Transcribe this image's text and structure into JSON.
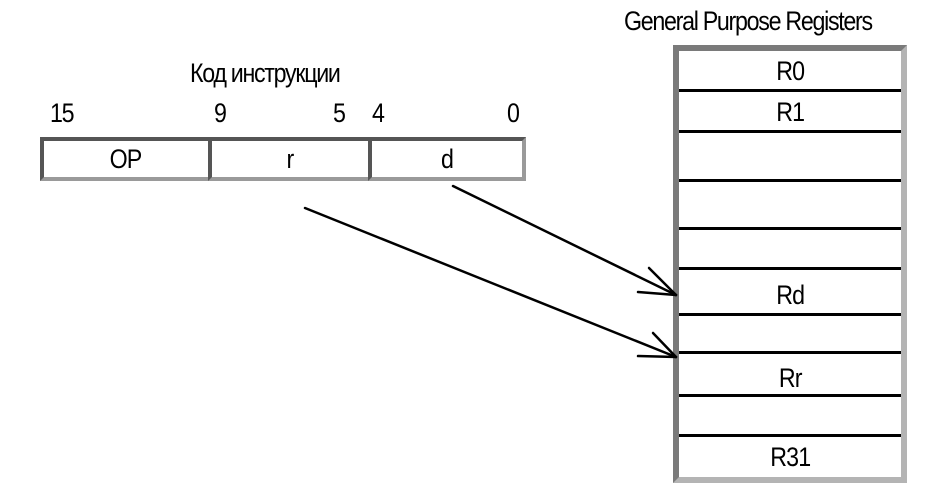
{
  "instruction": {
    "title": "Код инструкции",
    "bit_labels": [
      "15",
      "9",
      "5",
      "4",
      "0"
    ],
    "fields": [
      "OP",
      "r",
      "d"
    ]
  },
  "register_file": {
    "title": "General Purpose Registers",
    "rows": [
      "R0",
      "R1",
      "",
      "",
      "Rd",
      "",
      "Rr",
      "",
      "R31"
    ]
  },
  "arrows": [
    {
      "from": "d",
      "to": "Rd"
    },
    {
      "from": "r",
      "to": "Rr"
    }
  ]
}
